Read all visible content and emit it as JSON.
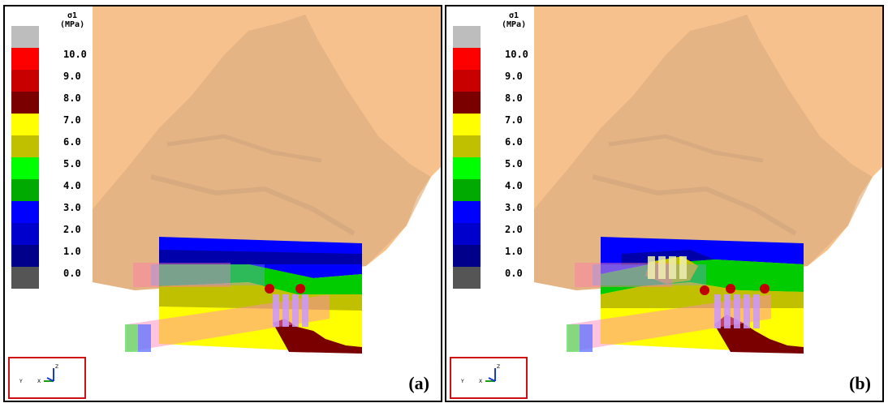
{
  "legend": {
    "title_line1": "σ1",
    "title_line2": "(MPa)",
    "ticks": [
      "10.0",
      "9.0",
      "8.0",
      "7.0",
      "6.0",
      "5.0",
      "4.0",
      "3.0",
      "2.0",
      "1.0",
      "0.0"
    ],
    "colors": [
      "#bdbdbd",
      "#ff0000",
      "#c80000",
      "#7a0000",
      "#ffff00",
      "#c0c000",
      "#00ff00",
      "#00aa00",
      "#0000ff",
      "#0000cc",
      "#00008a",
      "#000060",
      "#555555"
    ]
  },
  "panels": [
    {
      "label": "(a)"
    },
    {
      "label": "(b)"
    }
  ],
  "triad": {
    "axis_z": "Z",
    "axis_y": "Y",
    "axis_x": "X"
  },
  "colors": {
    "rock": "#f6c18c",
    "rock_shadow": "#dcae80"
  }
}
